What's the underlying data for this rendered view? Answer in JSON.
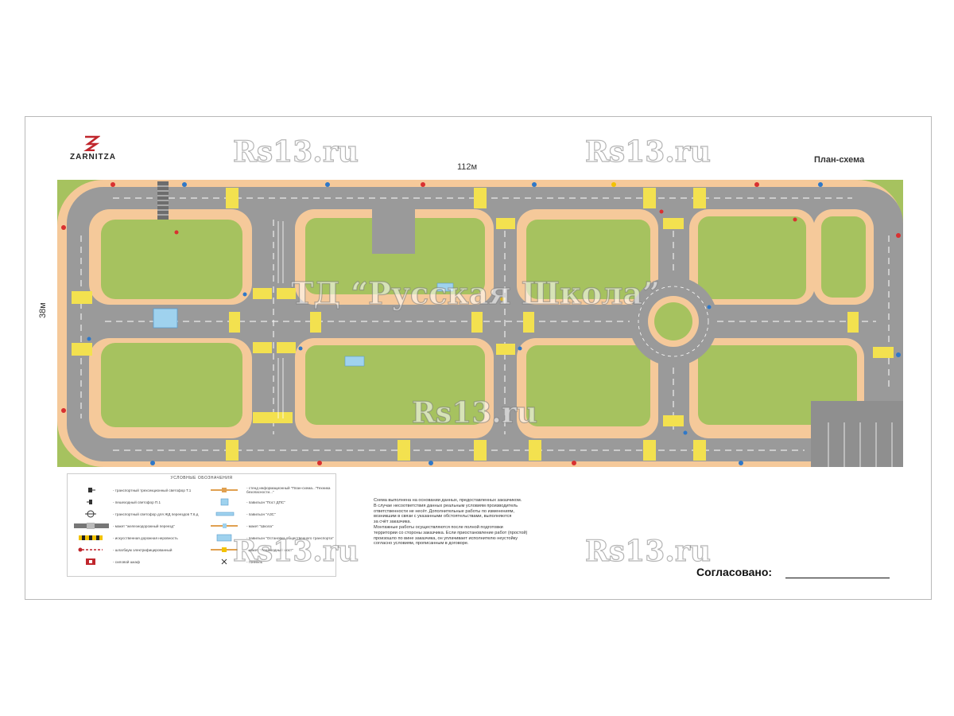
{
  "logo": {
    "text": "ZARNITZA"
  },
  "header": {
    "plan_title": "План-схема",
    "width_label": "112м",
    "height_label": "38м"
  },
  "watermarks": {
    "site": "Rs13.ru",
    "company": "ТД “Русская Школа”"
  },
  "legend": {
    "title": "УСЛОВНЫЕ ОБОЗНАЧЕНИЯ",
    "left": [
      "- транспортный трехсекционный светофор Т.1",
      "- пешеходный светофор П.1",
      "- транспортный светофор для ЖД переездов Т.6.д",
      "- макет \"железнодорожный переезд\"",
      "- искусственная дорожная неровность",
      "- шлагбаум электрифицированный",
      "- силовой шкаф"
    ],
    "right": [
      "- стенд информационный \"План-схема...\"Техника безопасности...\"",
      "- павильон \"Пост ДПС\"",
      "- павильон \"АЗС\"",
      "- макет \"Школа\"",
      "- павильон \"Остановка общественного транспорта\"",
      "- макет \"Пешеходный мост\"",
      "- тоннель"
    ]
  },
  "note": {
    "lines": [
      "Схема выполнена на основании данных, предоставленных заказчиком.",
      "В случае несоответствия данных реальным условиям производитель",
      "ответственности не несёт. Дополнительные работы по изменениям,",
      "возникшим в связи с указанными обстоятельствами, выполняются",
      "за счёт заказчика.",
      "Монтажные работы осуществляются после полной подготовки",
      "территории со стороны заказчика. Если приостановление работ (простой)",
      "произошло по вине заказчика, он уплачивает исполнителю неустойку",
      "согласно условиям, прописанным в договоре."
    ]
  },
  "approval": {
    "label": "Согласовано:"
  },
  "colors": {
    "road": "#9a9a9a",
    "sidewalk": "#f5c99a",
    "grass": "#a6c25f",
    "marking": "#ffffff",
    "crosswalk": "#f3e14f",
    "brand": "#c0272d"
  }
}
